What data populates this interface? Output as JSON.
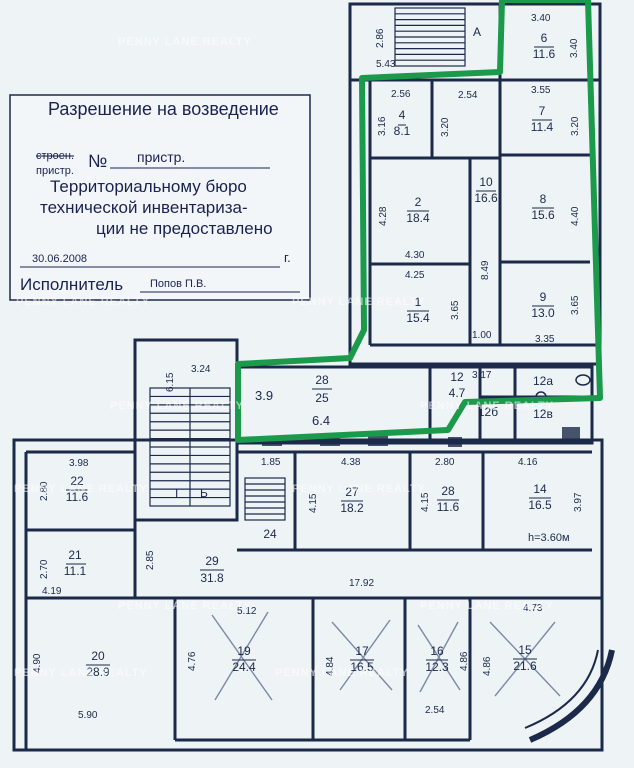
{
  "watermark": "PENNY LANE REALTY",
  "colors": {
    "highlight": "#1a9a4a",
    "ink": "#1c2a4a",
    "paper": "#eef3f6"
  },
  "stamp": {
    "title": "Разрешение на возведение",
    "struck": "строен.",
    "prefix": "пристр.",
    "no_sign": "№",
    "no_value": "пристр.",
    "line1": "Территориальному бюро",
    "line2": "технической инвентаризa-",
    "line3": "ции не предоставлено",
    "date": "30.06.2008",
    "year_suffix": "г.",
    "executor_label": "Исполнитель",
    "executor_name": "Попов П.В."
  },
  "rooms": [
    {
      "id": "A",
      "label": "А"
    },
    {
      "id": "r1",
      "num": "1",
      "area": "15.4"
    },
    {
      "id": "r2",
      "num": "2",
      "area": "18.4"
    },
    {
      "id": "r4",
      "num": "4",
      "area": "8.1"
    },
    {
      "id": "r6",
      "num": "6",
      "area": "11.6"
    },
    {
      "id": "r7",
      "num": "7",
      "area": "11.4"
    },
    {
      "id": "r8",
      "num": "8",
      "area": "15.6"
    },
    {
      "id": "r9",
      "num": "9",
      "area": "13.0"
    },
    {
      "id": "r10",
      "num": "10",
      "area": "16.6"
    },
    {
      "id": "r12",
      "num": "12",
      "area": "4.7"
    },
    {
      "id": "r12a",
      "num": "12а"
    },
    {
      "id": "r12b",
      "num": "12б"
    },
    {
      "id": "r12v",
      "num": "12в"
    },
    {
      "id": "r28a",
      "num": "28",
      "area": "25"
    },
    {
      "id": "r22",
      "num": "22",
      "area": "11.6"
    },
    {
      "id": "r21",
      "num": "21",
      "area": "11.1"
    },
    {
      "id": "r27",
      "num": "27",
      "area": "18.2"
    },
    {
      "id": "r28b",
      "num": "28",
      "area": "11.6"
    },
    {
      "id": "r14",
      "num": "14",
      "area": "16.5"
    },
    {
      "id": "r29",
      "num": "29",
      "area": "31.8"
    },
    {
      "id": "r24",
      "num": "24"
    },
    {
      "id": "r20",
      "num": "20",
      "area": "28.9"
    },
    {
      "id": "r19",
      "num": "19",
      "area": "24.4"
    },
    {
      "id": "r17",
      "num": "17",
      "area": "16.5"
    },
    {
      "id": "r16",
      "num": "16",
      "area": "12.3"
    },
    {
      "id": "r15",
      "num": "15",
      "area": "21.6"
    }
  ],
  "stair_labels": [
    "I",
    "Б"
  ],
  "ceiling_height": "h=3.60м",
  "dimensions": {
    "d_286": "2.86",
    "d_543": "5.43",
    "d_340a": "3.40",
    "d_340b": "3.40",
    "d_256": "2.56",
    "d_254": "2.54",
    "d_355": "3.55",
    "d_316": "3.16",
    "d_320a": "3.20",
    "d_320b": "3.20",
    "d_428": "4.28",
    "d_430": "4.30",
    "d_440": "4.40",
    "d_849": "8.49",
    "d_425": "4.25",
    "d_365a": "3.65",
    "d_365b": "3.65",
    "d_100": "1.00",
    "d_335": "3.35",
    "d_615": "6.15",
    "d_324": "3.24",
    "d_39": "3.9",
    "d_64": "6.4",
    "d_317": "3.17",
    "d_398": "3.98",
    "d_280a": "2.80",
    "d_185": "1.85",
    "d_438": "4.38",
    "d_280b": "2.80",
    "d_416": "4.16",
    "d_415a": "4.15",
    "d_415b": "4.15",
    "d_397": "3.97",
    "d_270": "2.70",
    "d_285": "2.85",
    "d_419": "4.19",
    "d_1792": "17.92",
    "d_512": "5.12",
    "d_473": "4.73",
    "d_490": "4.90",
    "d_476": "4.76",
    "d_484": "4.84",
    "d_486a": "4.86",
    "d_486b": "4.86",
    "d_590": "5.90",
    "d_254b": "2.54"
  }
}
